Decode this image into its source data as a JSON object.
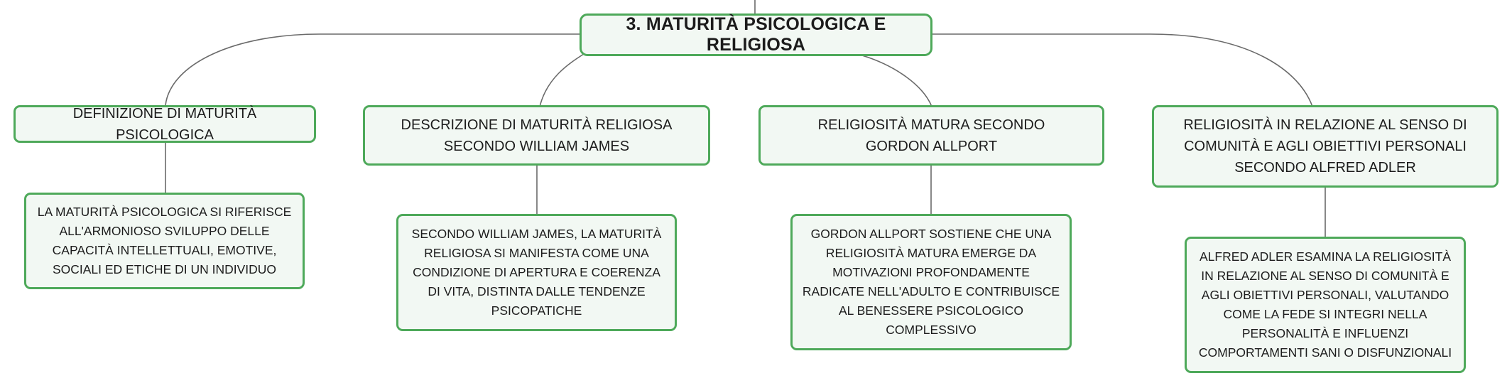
{
  "colors": {
    "node_border": "#4ea95a",
    "node_fill": "#f2f8f3",
    "connector": "#6a6a6a",
    "text": "#1c1c1c"
  },
  "root": {
    "label": "3. MATURITÀ PSICOLOGICA E RELIGIOSA"
  },
  "topics": [
    {
      "label": "DEFINIZIONE DI MATURITÀ PSICOLOGICA",
      "detail": "LA MATURITÀ PSICOLOGICA SI RIFERISCE ALL'ARMONIOSO SVILUPPO DELLE CAPACITÀ INTELLETTUALI, EMOTIVE, SOCIALI ED ETICHE DI UN INDIVIDUO"
    },
    {
      "label": "DESCRIZIONE DI MATURITÀ RELIGIOSA SECONDO WILLIAM JAMES",
      "detail": "SECONDO WILLIAM JAMES, LA MATURITÀ RELIGIOSA SI MANIFESTA COME UNA CONDIZIONE DI APERTURA E COERENZA DI VITA, DISTINTA DALLE TENDENZE PSICOPATICHE"
    },
    {
      "label": "RELIGIOSITÀ MATURA SECONDO GORDON ALLPORT",
      "detail": "GORDON ALLPORT SOSTIENE CHE UNA RELIGIOSITÀ MATURA EMERGE DA MOTIVAZIONI PROFONDAMENTE RADICATE NELL'ADULTO E CONTRIBUISCE AL BENESSERE PSICOLOGICO COMPLESSIVO"
    },
    {
      "label": "RELIGIOSITÀ IN RELAZIONE AL SENSO DI COMUNITÀ E AGLI OBIETTIVI PERSONALI SECONDO ALFRED ADLER",
      "detail": "ALFRED ADLER ESAMINA LA RELIGIOSITÀ IN RELAZIONE AL SENSO DI COMUNITÀ E AGLI OBIETTIVI PERSONALI, VALUTANDO COME LA FEDE SI INTEGRI NELLA PERSONALITÀ E INFLUENZI COMPORTAMENTI SANI O DISFUNZIONALI"
    }
  ]
}
